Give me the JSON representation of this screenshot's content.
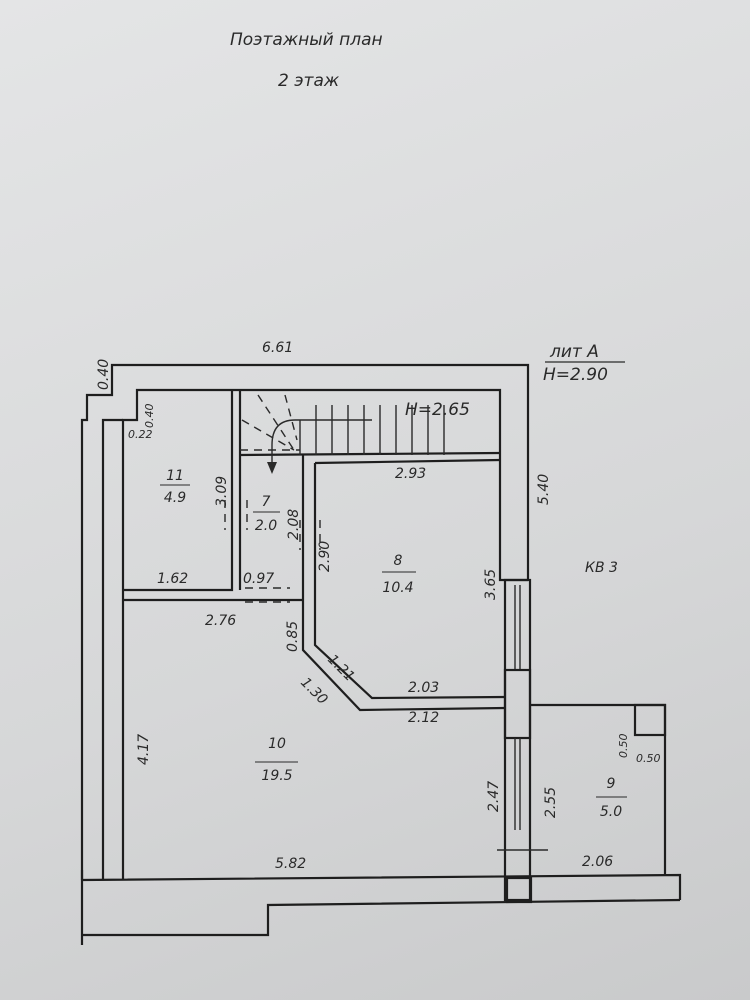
{
  "header": {
    "title": "Поэтажный план",
    "floor": "2 этаж"
  },
  "building": {
    "letter": "лит А",
    "height": "H=2.90",
    "stair_height": "H=2.65",
    "neighbor": "КВ 3"
  },
  "rooms": [
    {
      "number": "11",
      "area": "4.9"
    },
    {
      "number": "7",
      "area": "2.0"
    },
    {
      "number": "8",
      "area": "10.4"
    },
    {
      "number": "10",
      "area": "19.5"
    },
    {
      "number": "9",
      "area": "5.0"
    }
  ],
  "dimensions": {
    "top": "6.61",
    "notch_outer": "0.40",
    "notch_inner": "0.40",
    "notch_width": "0.22",
    "right_outer": "5.40",
    "r8_top": "2.93",
    "r8_right": "3.65",
    "r11_height": "3.09",
    "r7_right": "2.08",
    "r8_left": "2.90",
    "r11_bottom": "1.62",
    "r7_bottom": "0.97",
    "r10_top": "2.76",
    "r10_inner_left": "0.85",
    "diag_inner": "1.21",
    "diag_outer": "1.30",
    "r8_bottom": "2.03",
    "r10_right_top": "2.12",
    "r10_left": "4.17",
    "r10_right": "2.47",
    "r9_left": "2.55",
    "shaft_h": "0.50",
    "shaft_w": "0.50",
    "r10_bottom": "5.82",
    "r9_bottom": "2.06"
  }
}
